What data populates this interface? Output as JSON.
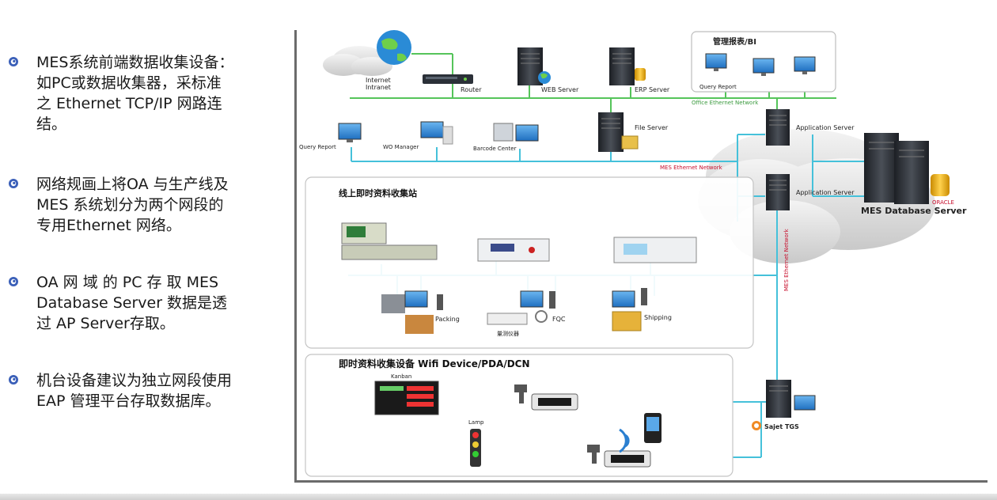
{
  "bullets": [
    {
      "text": "MES系统前端数据收集设备：\n如PC或数据收集器，采标准\n之 Ethernet TCP/IP 网路连\n结。"
    },
    {
      "text": "网络规画上将OA 与生产线及\nMES 系统划分为两个网段的\n专用Ethernet 网络。"
    },
    {
      "text": "OA 网 域 的 PC 存 取 MES\nDatabase Server 数据是透\n过 AP Server存取。"
    },
    {
      "text": "机台设备建议为独立网段使用\nEAP 管理平台存取数据库。"
    }
  ],
  "diagram": {
    "internet_label": "Internet\nIntranet",
    "router_label": "Router",
    "web_server_label": "WEB Server",
    "erp_server_label": "ERP Server",
    "bi_box_title": "管理报表/BI",
    "bi_query_report_label": "Query Report",
    "office_network_label": "Office Ethernet Network",
    "query_report_label": "Query Report",
    "wo_manager_label": "WO Manager",
    "barcode_center_label": "Barcode Center",
    "file_server_label": "File Server",
    "app_server_1_label": "Application Server",
    "app_server_2_label": "Application Server",
    "mes_network_label": "MES Ethernet Network",
    "mes_network_vertical_label": "MES Ethernet Network",
    "db_server_label": "MES Database Server",
    "oracle_label": "ORACLE",
    "station_box_title": "线上即时资料收集站",
    "packing_label": "Packing",
    "fqc_label": "FQC",
    "shipping_label": "Shipping",
    "tester_label": "量测仪器",
    "device_box_title": "即时资料收集设备 Wifi Device/PDA/DCN",
    "kanban_label": "Kanban",
    "lamp_label": "Lamp",
    "sajet_label": "Sajet TGS",
    "colors": {
      "network": "#45c1da",
      "office_net": "#55c45a",
      "server": "#2e3238",
      "red_label": "#c8102e"
    }
  }
}
